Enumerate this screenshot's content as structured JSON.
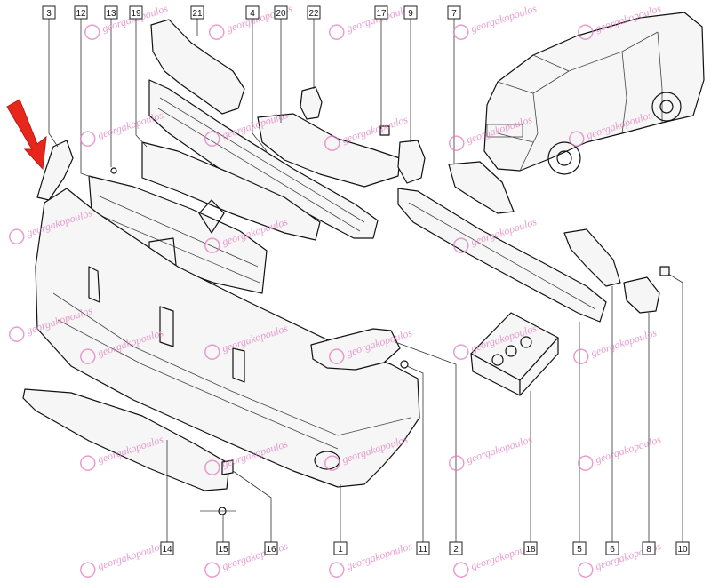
{
  "callouts": [
    {
      "label": "3"
    },
    {
      "label": "12"
    },
    {
      "label": "13"
    },
    {
      "label": "19"
    },
    {
      "label": "21"
    },
    {
      "label": "4"
    },
    {
      "label": "20"
    },
    {
      "label": "22"
    },
    {
      "label": "17"
    },
    {
      "label": "9"
    },
    {
      "label": "7"
    },
    {
      "label": "14"
    },
    {
      "label": "15"
    },
    {
      "label": "16"
    },
    {
      "label": "1"
    },
    {
      "label": "11"
    },
    {
      "label": "2"
    },
    {
      "label": "18"
    },
    {
      "label": "5"
    },
    {
      "label": "6"
    },
    {
      "label": "8"
    },
    {
      "label": "10"
    }
  ],
  "watermark": {
    "text": "georgakopoulos"
  },
  "colors": {
    "arrow": "#e8271c",
    "watermark": "#e07cc0",
    "line": "#111111"
  }
}
